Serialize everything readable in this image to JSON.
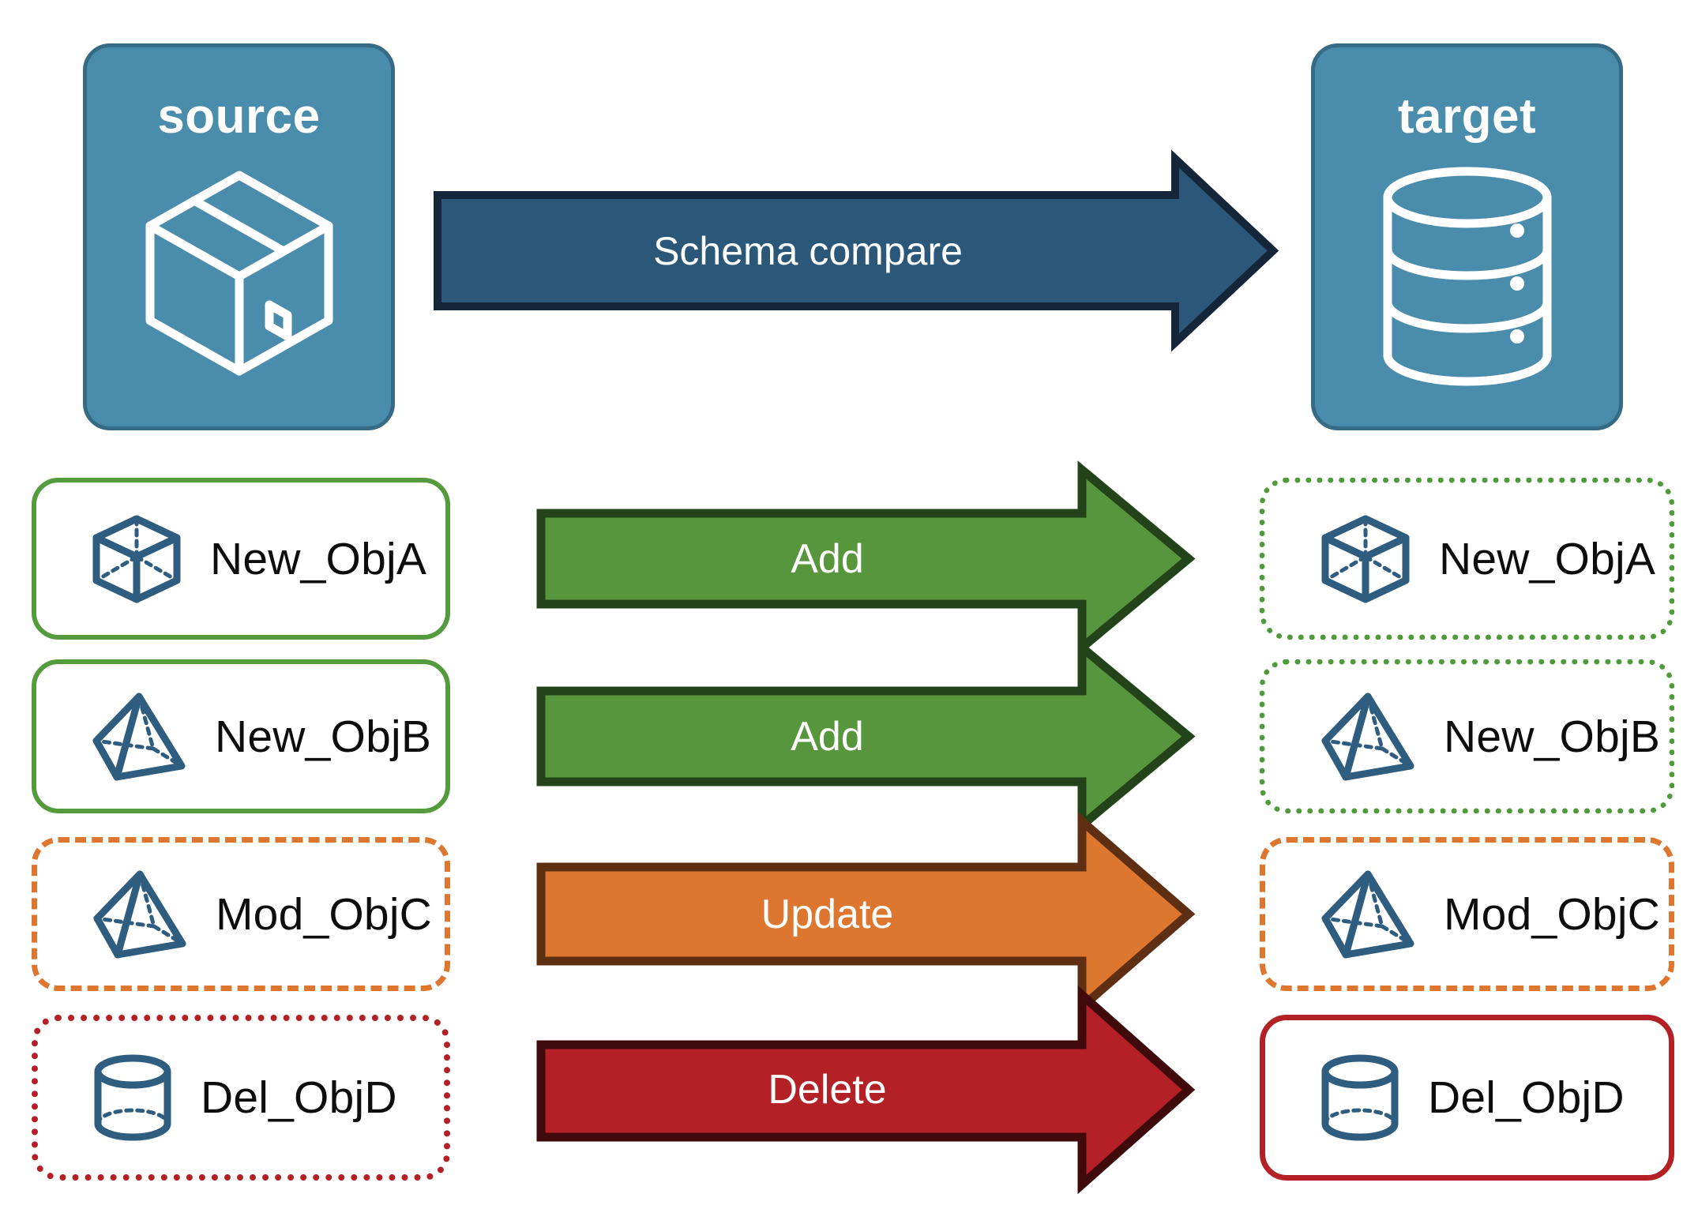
{
  "diagram": {
    "title": "Schema compare",
    "endpoints": [
      {
        "id": "source",
        "label": "source",
        "icon": "package-box-icon"
      },
      {
        "id": "target",
        "label": "target",
        "icon": "database-cylinder-icon"
      }
    ],
    "main_arrow": {
      "label": "Schema compare",
      "fill": "#2b5878",
      "stroke": "#15263a",
      "text_color": "#ffffff"
    },
    "panel": {
      "fill": "#4a8cab",
      "stroke": "#356b84",
      "text_color": "#ffffff"
    },
    "object_icon_color": "#2e5d80",
    "rows": [
      {
        "action": "Add",
        "arrow_fill": "#57963c",
        "arrow_stroke": "#23441a",
        "source": {
          "label": "New_ObjA",
          "icon": "wireframe-cube-icon",
          "border_style": "solid",
          "border_color": "#539b3c"
        },
        "target": {
          "label": "New_ObjA",
          "icon": "wireframe-cube-icon",
          "border_style": "dotted",
          "border_color": "#4f9a3b"
        }
      },
      {
        "action": "Add",
        "arrow_fill": "#57963c",
        "arrow_stroke": "#23441a",
        "source": {
          "label": "New_ObjB",
          "icon": "wireframe-pyramid-icon",
          "border_style": "solid",
          "border_color": "#539b3c"
        },
        "target": {
          "label": "New_ObjB",
          "icon": "wireframe-pyramid-icon",
          "border_style": "dotted",
          "border_color": "#4f9a3b"
        }
      },
      {
        "action": "Update",
        "arrow_fill": "#dd7730",
        "arrow_stroke": "#5e2f13",
        "source": {
          "label": "Mod_ObjC",
          "icon": "wireframe-pyramid-icon",
          "border_style": "dashed",
          "border_color": "#dd7730"
        },
        "target": {
          "label": "Mod_ObjC",
          "icon": "wireframe-pyramid-icon",
          "border_style": "dashed",
          "border_color": "#dd7730"
        }
      },
      {
        "action": "Delete",
        "arrow_fill": "#b32025",
        "arrow_stroke": "#40090b",
        "source": {
          "label": "Del_ObjD",
          "icon": "wireframe-cylinder-icon",
          "border_style": "dotted",
          "border_color": "#b32025"
        },
        "target": {
          "label": "Del_ObjD",
          "icon": "wireframe-cylinder-icon",
          "border_style": "solid",
          "border_color": "#b32025"
        }
      }
    ]
  }
}
